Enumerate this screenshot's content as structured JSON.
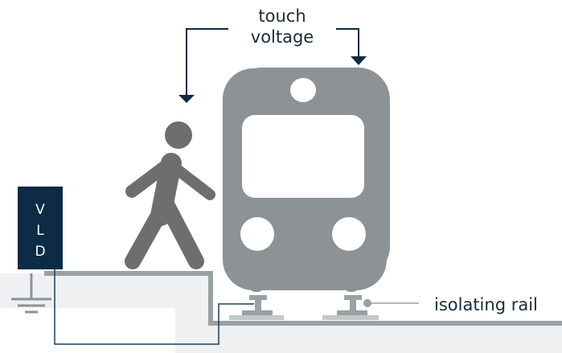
{
  "labels": {
    "touch_voltage_line1": "touch",
    "touch_voltage_line2": "voltage",
    "isolating_rail": "isolating rail"
  },
  "vld_box": {
    "letters": [
      "V",
      "L",
      "D"
    ]
  },
  "colors": {
    "navy": "#0d2b45",
    "train_gray": "#8c9295",
    "person_gray": "#6e6e6e",
    "ground_light": "#eef0f1",
    "ground_white": "#ffffff",
    "rail_line": "#9aa0a4",
    "wire": "#1f3f5c"
  }
}
